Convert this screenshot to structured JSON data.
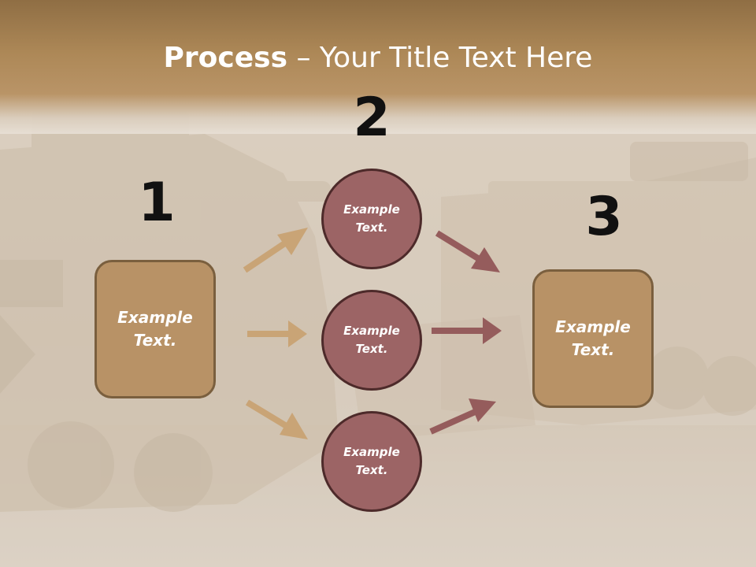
{
  "title": {
    "bold": "Process",
    "rest": " – Your Title Text Here"
  },
  "steps": [
    {
      "number": "1",
      "box_text": "Example Text."
    },
    {
      "number": "2",
      "circles": [
        "Example Text.",
        "Example Text.",
        "Example Text."
      ]
    },
    {
      "number": "3",
      "box_text": "Example Text."
    }
  ],
  "colors": {
    "tan": "#b89266",
    "maroon": "#9c6465",
    "tan_arrow": "#c9a476",
    "maroon_arrow": "#955c5c"
  }
}
